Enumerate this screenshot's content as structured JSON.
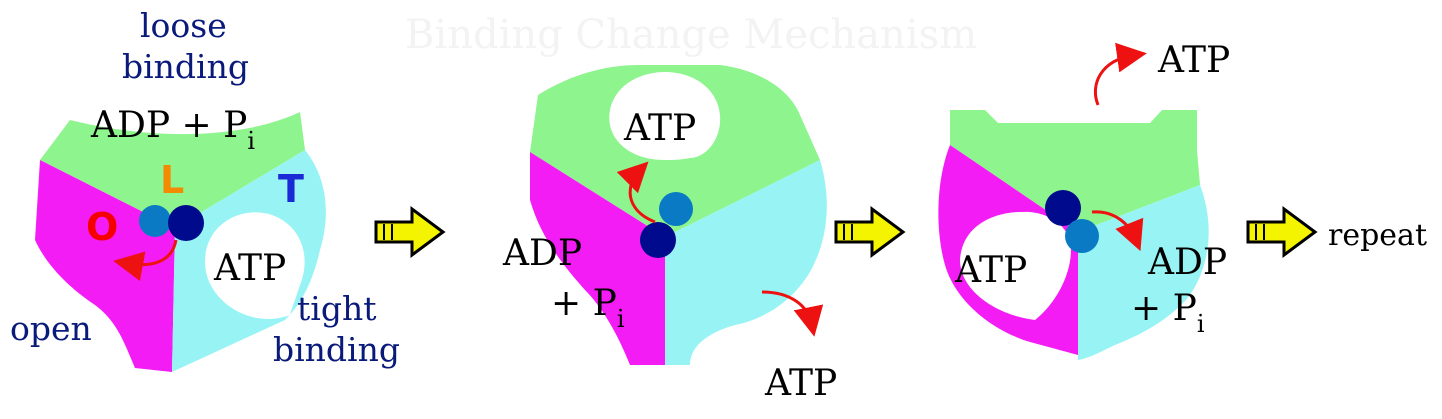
{
  "watermark": "Binding Change Mechanism",
  "colors": {
    "loose": "#8ef48e",
    "open": "#f41cf4",
    "tight": "#98f4f4",
    "subunit_dark": "#000a8c",
    "subunit_light": "#0a7ac4",
    "curve_arrow": "#ee1111",
    "step_arrow": "#f4f400",
    "label_blue": "#0a1a7a",
    "letter_L": "#f48a00",
    "letter_T": "#1a2ad4",
    "letter_O": "#f40000"
  },
  "stage1": {
    "loose_label_1": "loose",
    "loose_label_2": "binding",
    "adp_text": "ADP + P",
    "adp_sub": "i",
    "letter_l": "L",
    "letter_t": "T",
    "letter_o": "O",
    "atp_text": "ATP",
    "open_label": "open",
    "tight_label_1": "tight",
    "tight_label_2": "binding"
  },
  "stage2": {
    "atp_top": "ATP",
    "adp_text": "ADP",
    "pi_text": "+ P",
    "pi_sub": "i",
    "atp_released": "ATP"
  },
  "stage3": {
    "atp_released": "ATP",
    "atp_left": "ATP",
    "adp_text": "ADP",
    "pi_text": "+ P",
    "pi_sub": "i"
  },
  "repeat_label": "repeat",
  "icons": [
    "step-arrow-icon",
    "curved-arrow-icon"
  ]
}
